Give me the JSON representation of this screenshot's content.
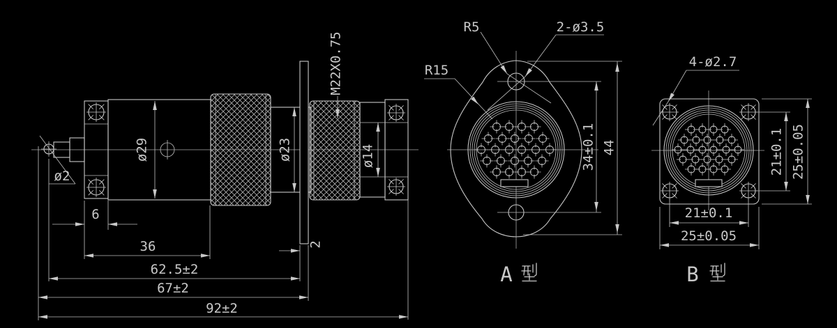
{
  "colors": {
    "background": "#000000",
    "line": "#c8c8c8",
    "text": "#c8c8c8"
  },
  "side_view": {
    "thread_label": "M22X0.75",
    "pin_dia": "ø2",
    "body_dia": "ø29",
    "neck_dia": "ø23",
    "bore_dia": "ø14",
    "flange_width": "6",
    "body_length": "36",
    "len_62": "62.5±2",
    "len_67": "67±2",
    "len_92": "92±2",
    "panel_thickness": "2"
  },
  "view_a": {
    "radius_small": "R5",
    "radius_large": "R15",
    "mount_holes": "2-ø3.5",
    "hole_spacing": "34±0.1",
    "flange_height": "44",
    "title_letter": "A",
    "title": "A 型"
  },
  "view_b": {
    "mount_holes": "4-ø2.7",
    "hole_spacing_v": "21±0.1",
    "flange_size_v": "25±0.05",
    "hole_spacing_h": "21±0.1",
    "flange_size_h": "25±0.05",
    "title_letter": "B",
    "title": "B 型"
  }
}
